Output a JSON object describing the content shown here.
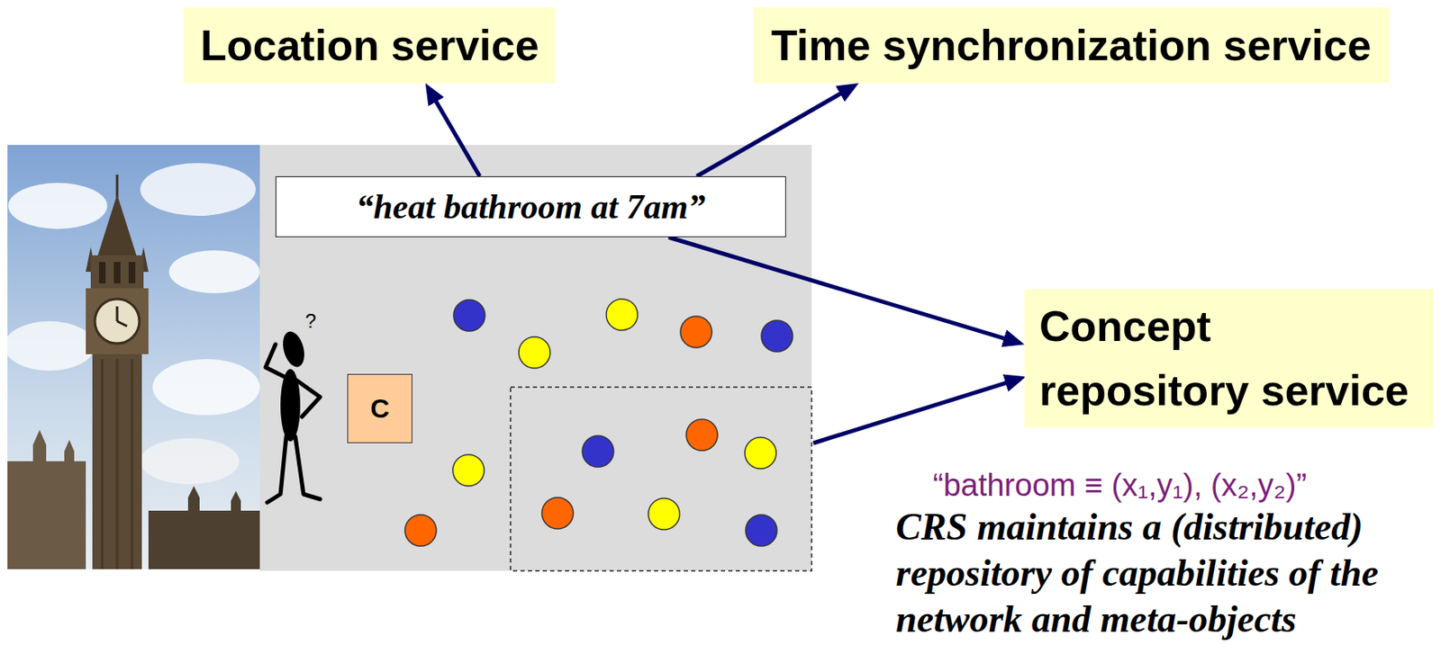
{
  "diagram": {
    "nodes": [
      {
        "text": [
          "Location service"
        ]
      },
      {
        "text": [
          "Time synchronization service"
        ]
      },
      {
        "text": [
          "“heat bathroom at 7am”"
        ]
      },
      {
        "text": [
          "Concept repository service"
        ]
      },
      {
        "text": [
          "C"
        ]
      }
    ],
    "edges": [
      {
        "from": 2,
        "to": 0,
        "arrow": "to"
      },
      {
        "from": 2,
        "to": 1,
        "arrow": "to"
      },
      {
        "from": 2,
        "to": 3,
        "arrow": "to"
      }
    ],
    "labels": [
      "?",
      "“bathroom ≡ (x₁,y₁), (x₂,y₂)”",
      "CRS maintains a (distributed) repository of capabilities of the network and meta-objects"
    ]
  }
}
